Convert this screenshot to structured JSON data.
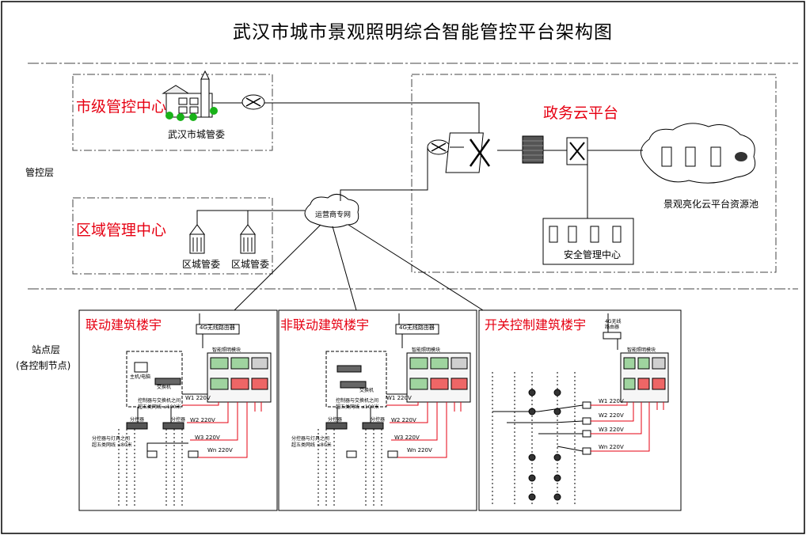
{
  "title": "武汉市城市景观照明综合智能管控平台架构图",
  "layers": {
    "control": "管控层",
    "station_line1": "站点层",
    "station_line2": "(各控制节点)"
  },
  "zones": {
    "city_center": "市级管控中心",
    "district_center": "区域管理中心",
    "gov_cloud": "政务云平台",
    "linked_building": "联动建筑楼宇",
    "nonlinked_building": "非联动建筑楼宇",
    "switch_building": "开关控制建筑楼宇"
  },
  "nodes": {
    "city_committee": "武汉市城管委",
    "district_committee_1": "区城管委",
    "district_committee_2": "区城管委",
    "carrier_network": "运营商专网",
    "cloud_pool": "景观亮化云平台资源池",
    "security_center": "安全管理中心",
    "router_4g": "4G无线路由器",
    "router_4g_b_line1": "4G无线",
    "router_4g_b_line2": "路由器",
    "smart_module": "智能照明模块",
    "switch": "交换机",
    "host": "主机/电脑",
    "splitter": "分控器",
    "note_distance": "控制器与交换机之间",
    "note_distance2": "超五类网线 ≤100米",
    "note_splitter": "分控器与灯具之间",
    "note_splitter2": "超五类网线 ≤80米"
  },
  "circuits": [
    "W1 220V",
    "W2 220V",
    "W3 220V",
    "Wn 220V"
  ],
  "colors": {
    "accent_red": "#e60012",
    "line": "#000000",
    "dash": "#555555"
  }
}
